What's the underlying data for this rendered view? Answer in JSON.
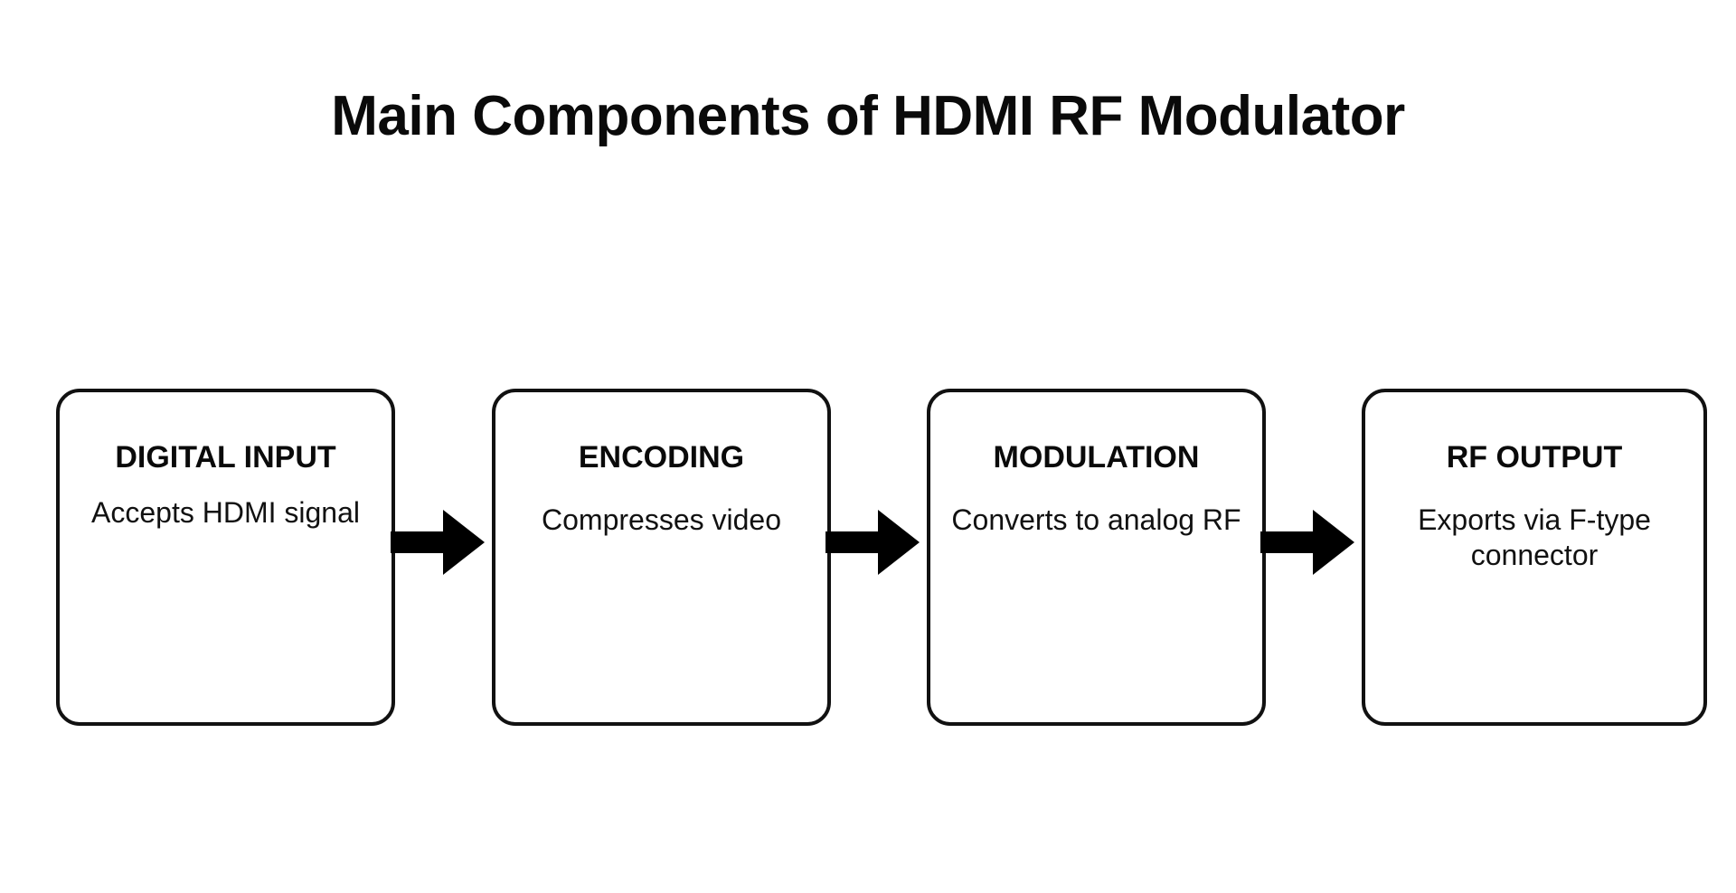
{
  "diagram": {
    "title": "Main Components of HDMI RF Modulator",
    "type": "flowchart",
    "orientation": "left-to-right",
    "background_color": "#ffffff",
    "stroke_color": "#111111",
    "text_color": "#0a0a0a",
    "nodes": [
      {
        "id": "digital-input",
        "heading": "DIGITAL INPUT",
        "description": "Accepts HDMI signal"
      },
      {
        "id": "encoding",
        "heading": "ENCODING",
        "description": "Compresses video"
      },
      {
        "id": "modulation",
        "heading": "MODULATION",
        "description": "Converts to analog RF"
      },
      {
        "id": "rf-output",
        "heading": "RF OUTPUT",
        "description": "Exports via F-type connector"
      }
    ],
    "connectors": [
      {
        "id": "arrow-1",
        "icon": "arrow-right-icon",
        "from": "digital-input",
        "to": "encoding"
      },
      {
        "id": "arrow-2",
        "icon": "arrow-right-icon",
        "from": "encoding",
        "to": "modulation"
      },
      {
        "id": "arrow-3",
        "icon": "arrow-right-icon",
        "from": "modulation",
        "to": "rf-output"
      }
    ]
  }
}
